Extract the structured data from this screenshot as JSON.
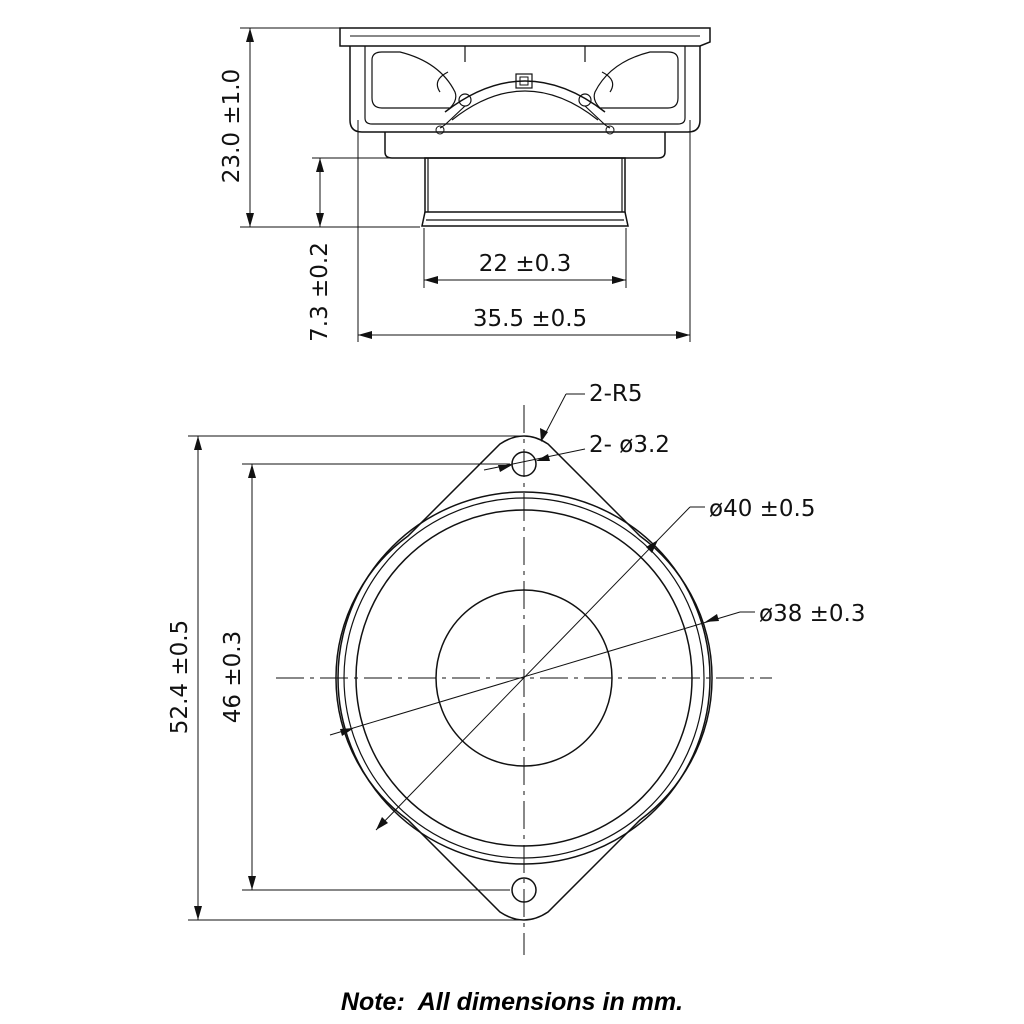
{
  "side_view": {
    "height_total": "23.0 ±1.0",
    "magnet_height": "7.3 ±0.2",
    "magnet_diameter": "22 ±0.3",
    "frame_width": "35.5 ±0.5"
  },
  "front_view": {
    "mount_radius": "2-R5",
    "hole_diameter": "2- ø3.2",
    "outer_diameter": "ø40 ±0.5",
    "cone_diameter": "ø38 ±0.3",
    "overall_height": "52.4 ±0.5",
    "hole_spacing": "46 ±0.3"
  },
  "note": "Note:  All dimensions in mm."
}
